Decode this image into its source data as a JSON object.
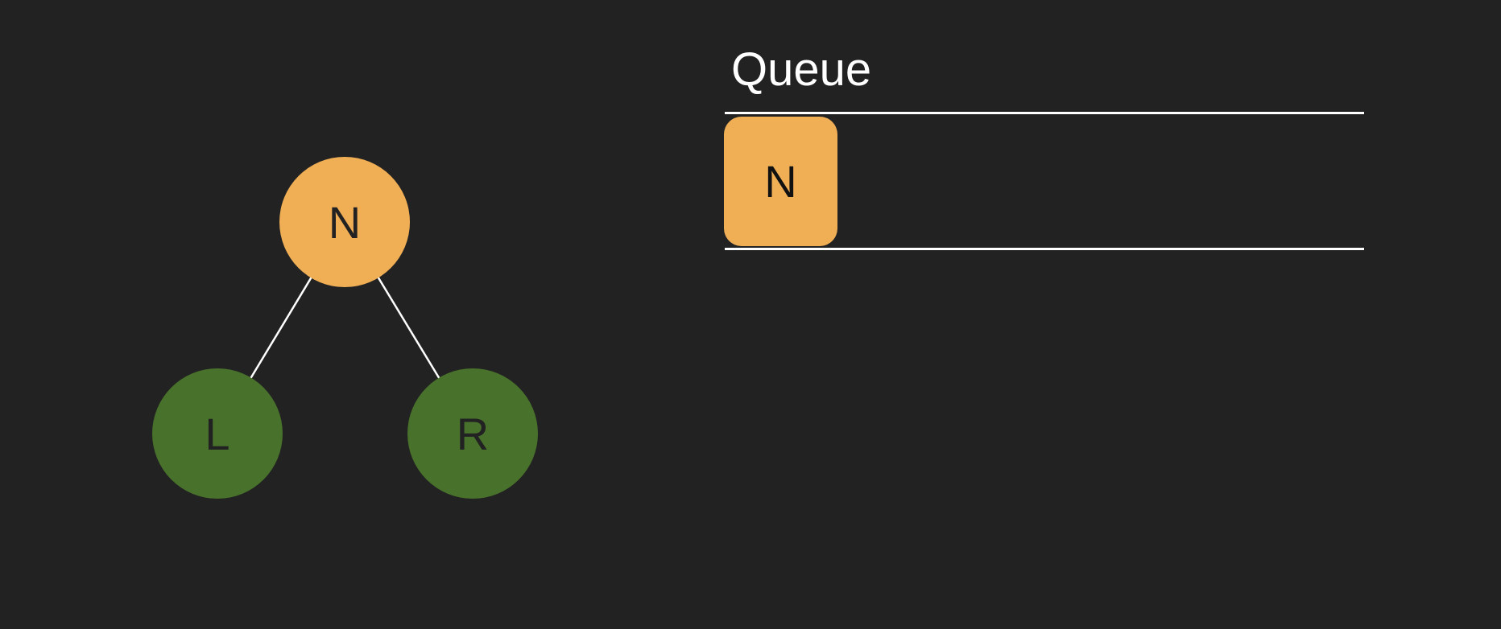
{
  "tree": {
    "nodes": [
      {
        "id": "N",
        "label": "N",
        "state": "visited",
        "color": "#f0ae55"
      },
      {
        "id": "L",
        "label": "L",
        "state": "unvisited",
        "color": "#48712b"
      },
      {
        "id": "R",
        "label": "R",
        "state": "unvisited",
        "color": "#48712b"
      }
    ],
    "edges": [
      {
        "from": "N",
        "to": "L"
      },
      {
        "from": "N",
        "to": "R"
      }
    ],
    "edge_color": "#ffffff"
  },
  "queue": {
    "title": "Queue",
    "items": [
      {
        "label": "N",
        "color": "#f0ae55"
      }
    ],
    "rail_color": "#ffffff"
  },
  "colors": {
    "background": "#222222"
  }
}
